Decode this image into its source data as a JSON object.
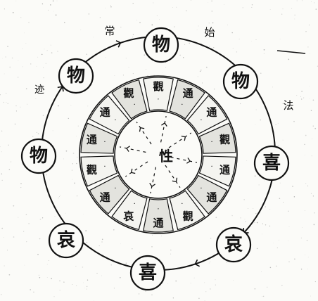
{
  "center": {
    "label": "性"
  },
  "outer_ring": {
    "nodes": [
      "物",
      "物",
      "喜",
      "哀",
      "喜",
      "哀",
      "物",
      "物"
    ],
    "between_labels": [
      "常",
      "始",
      "法",
      "迹"
    ]
  },
  "middle_ring": {
    "segments": [
      "觀",
      "通",
      "通",
      "觀",
      "通",
      "通",
      "觀",
      "通",
      "哀",
      "通",
      "觀",
      "通",
      "通",
      "觀"
    ]
  },
  "colors": {
    "ink": "#111111",
    "paper": "#fbfbf8",
    "shade": "#d9d9d4"
  }
}
